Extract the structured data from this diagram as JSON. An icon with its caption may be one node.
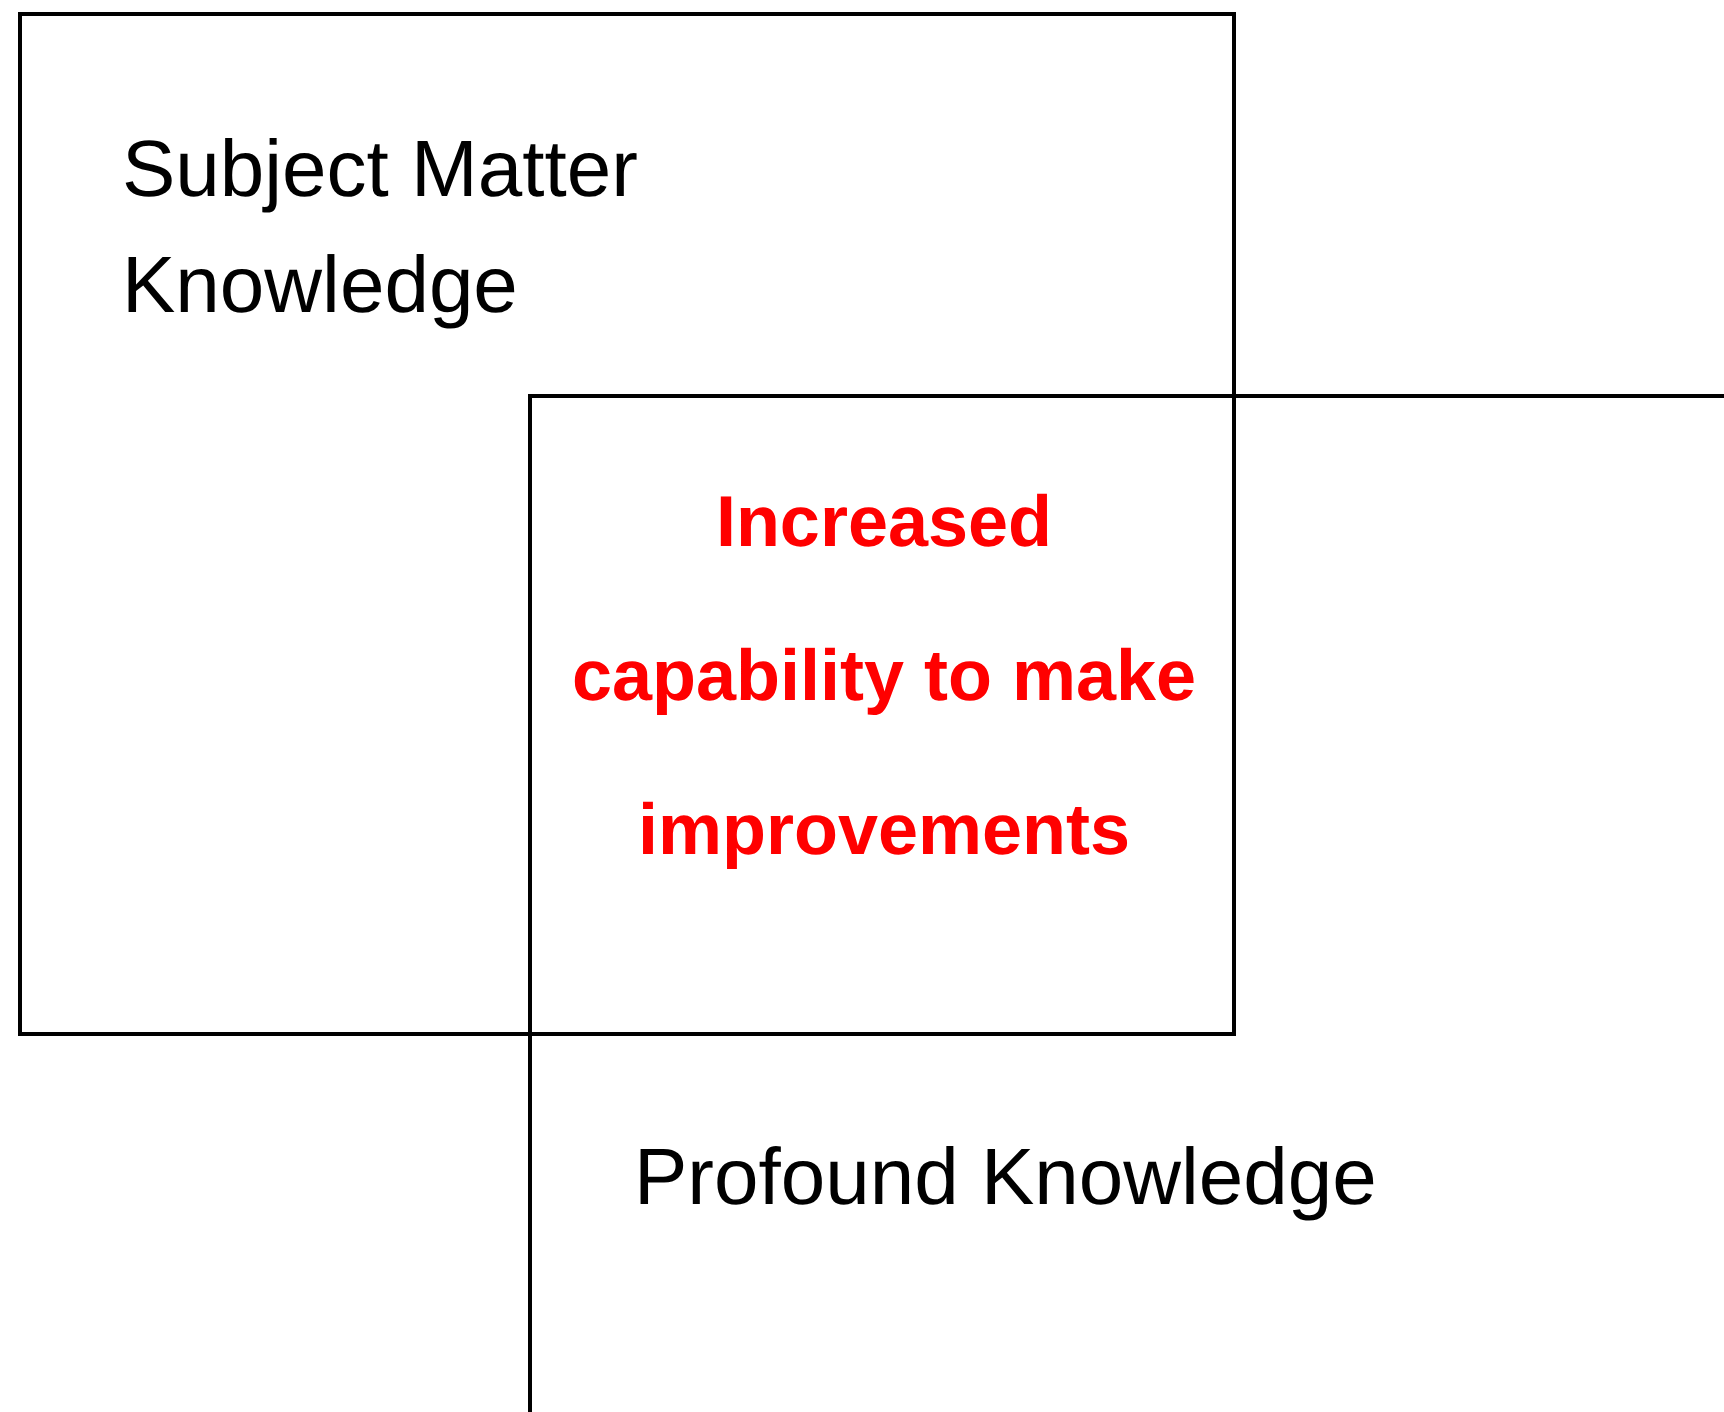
{
  "diagram": {
    "nodes": [
      {
        "text": [
          "Subject Matter Knowledge"
        ]
      },
      {
        "text": [
          "Profound Knowledge"
        ]
      }
    ],
    "labels": [
      "Increased capability to make improvements"
    ]
  }
}
